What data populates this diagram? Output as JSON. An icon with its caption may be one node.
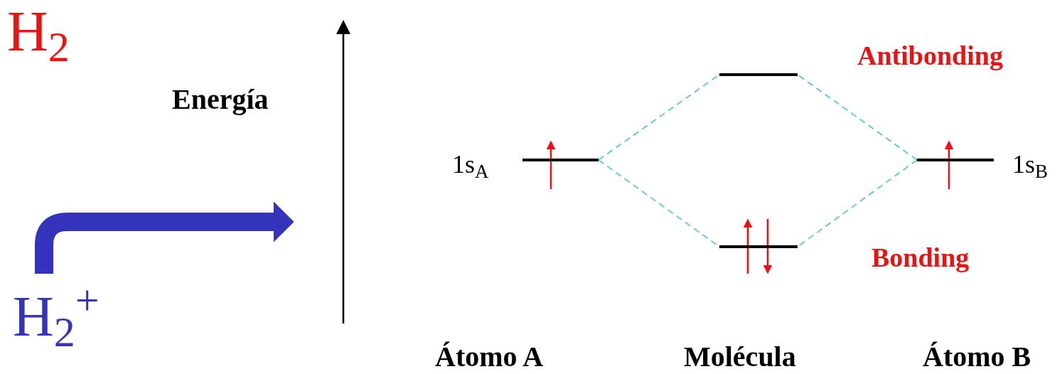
{
  "diagram": {
    "nodes": [
      {
        "text": [],
        "shape": "bar",
        "beside": [
          "1s$_{A}$"
        ]
      },
      {
        "text": [],
        "shape": "bar",
        "beside": [
          "Antibonding"
        ]
      },
      {
        "text": [],
        "shape": "bar",
        "beside": [
          "Bonding"
        ]
      },
      {
        "text": [],
        "shape": "bar",
        "beside": [
          "1s$_{B}$"
        ]
      },
      {
        "text": [
          "H$_{2}$$^{+}$"
        ]
      }
    ],
    "edges": [
      {
        "from": 0,
        "to": 1,
        "arrow": "none",
        "style": "dashed"
      },
      {
        "from": 0,
        "to": 2,
        "arrow": "none",
        "style": "dashed"
      },
      {
        "from": 3,
        "to": 1,
        "arrow": "none",
        "style": "dashed"
      },
      {
        "from": 3,
        "to": 2,
        "arrow": "none",
        "style": "dashed"
      },
      {
        "from": 4,
        "to": null,
        "arrow": "to",
        "style": "thick",
        "color": "#3333bb"
      }
    ],
    "labels": [
      "H$_{2}$",
      "Energía",
      "Átomo A",
      "Molécula",
      "Átomo B"
    ]
  }
}
